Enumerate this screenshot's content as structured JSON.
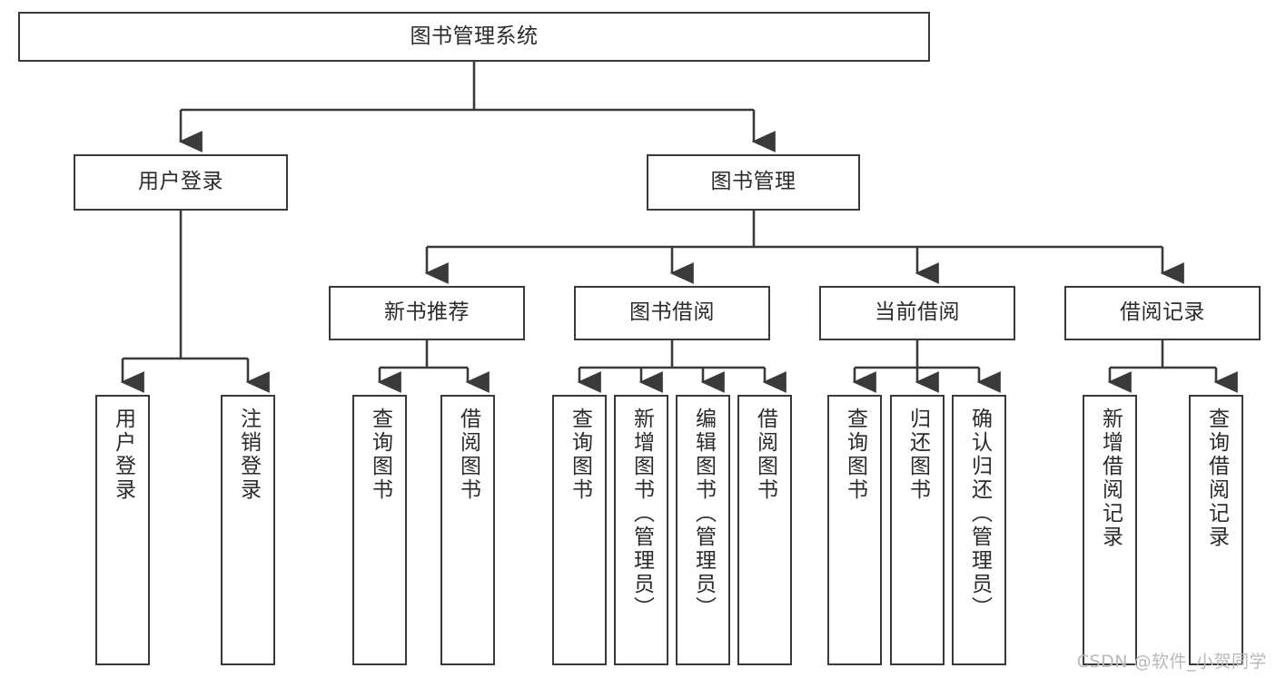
{
  "diagram": {
    "title": "图书管理系统",
    "watermark": "CSDN @软件_小贺同学",
    "line_color": "#3a3a3a",
    "box_fill": "#ffffff",
    "text_color": "#2b2b2b",
    "levels": {
      "root": {
        "label": "图书管理系统"
      },
      "level2": [
        {
          "label": "用户登录"
        },
        {
          "label": "图书管理"
        }
      ],
      "level3": [
        {
          "label": "新书推荐"
        },
        {
          "label": "图书借阅"
        },
        {
          "label": "当前借阅"
        },
        {
          "label": "借阅记录"
        }
      ],
      "level4": [
        {
          "label": "用户登录"
        },
        {
          "label": "注销登录"
        },
        {
          "label": "查询图书"
        },
        {
          "label": "借阅图书"
        },
        {
          "label": "查询图书"
        },
        {
          "label": "新增图书（管理员）"
        },
        {
          "label": "编辑图书（管理员）"
        },
        {
          "label": "借阅图书"
        },
        {
          "label": "查询图书"
        },
        {
          "label": "归还图书"
        },
        {
          "label": "确认归还（管理员）"
        },
        {
          "label": "新增借阅记录"
        },
        {
          "label": "查询借阅记录"
        }
      ]
    },
    "edges": [
      {
        "from": "图书管理系统",
        "to": "用户登录"
      },
      {
        "from": "图书管理系统",
        "to": "图书管理"
      },
      {
        "from": "用户登录",
        "to": "用户登录"
      },
      {
        "from": "用户登录",
        "to": "注销登录"
      },
      {
        "from": "图书管理",
        "to": "新书推荐"
      },
      {
        "from": "图书管理",
        "to": "图书借阅"
      },
      {
        "from": "图书管理",
        "to": "当前借阅"
      },
      {
        "from": "图书管理",
        "to": "借阅记录"
      },
      {
        "from": "新书推荐",
        "to": "查询图书"
      },
      {
        "from": "新书推荐",
        "to": "借阅图书"
      },
      {
        "from": "图书借阅",
        "to": "查询图书"
      },
      {
        "from": "图书借阅",
        "to": "新增图书（管理员）"
      },
      {
        "from": "图书借阅",
        "to": "编辑图书（管理员）"
      },
      {
        "from": "图书借阅",
        "to": "借阅图书"
      },
      {
        "from": "当前借阅",
        "to": "查询图书"
      },
      {
        "from": "当前借阅",
        "to": "归还图书"
      },
      {
        "from": "当前借阅",
        "to": "确认归还（管理员）"
      },
      {
        "from": "借阅记录",
        "to": "新增借阅记录"
      },
      {
        "from": "借阅记录",
        "to": "查询借阅记录"
      }
    ]
  }
}
